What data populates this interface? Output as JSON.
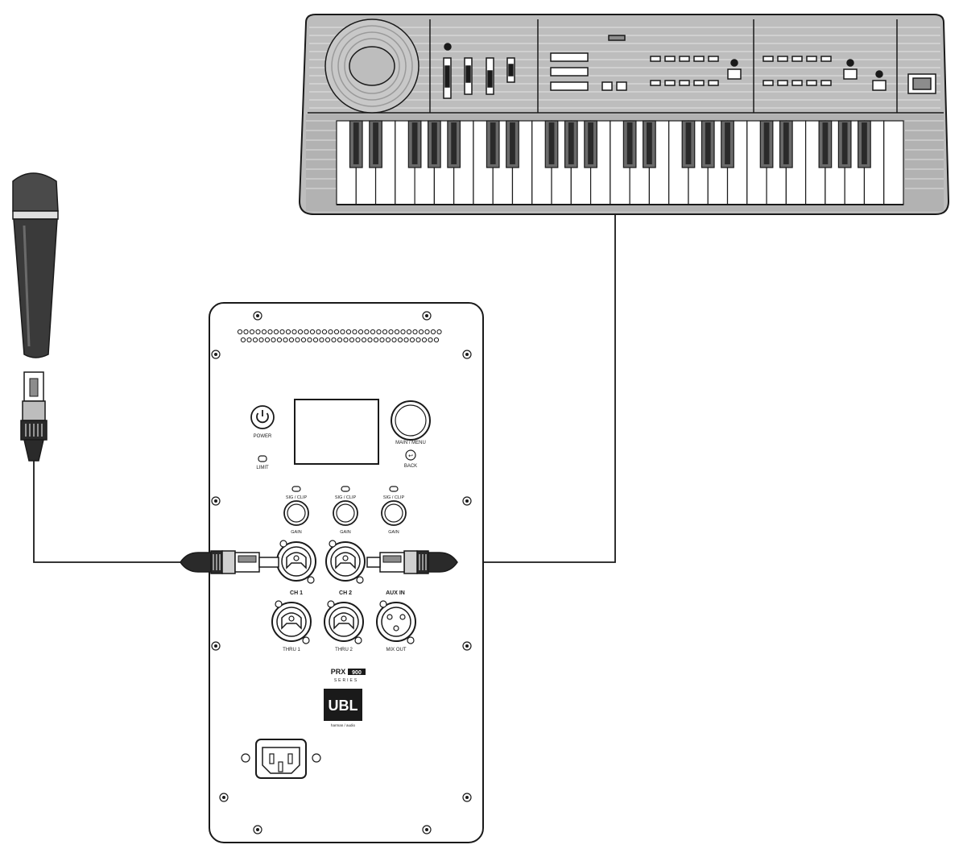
{
  "panel": {
    "power_label": "POWER",
    "limit_label": "LIMIT",
    "main_menu_label": "MAIN / MENU",
    "back_label": "BACK",
    "sig_clip_labels": [
      "SIG / CLIP",
      "SIG / CLIP",
      "SIG / CLIP"
    ],
    "gain_labels": [
      "GAIN",
      "GAIN",
      "GAIN"
    ],
    "input_labels": [
      "CH 1",
      "CH 2",
      "AUX IN"
    ],
    "thru_labels": [
      "THRU 1",
      "THRU 2",
      "MIX OUT"
    ],
    "series_brand": "PRX",
    "series_model": "900",
    "series_sub": "SERIES",
    "logo_text": "UBL",
    "logo_sub": "harman / audio"
  },
  "colors": {
    "line": "#1a1a1a",
    "keyboard_body": "#b9b9b9",
    "keyboard_dark": "#8c8c8c",
    "panel_fill": "#ffffff",
    "mic_body": "#3a3a3a"
  }
}
